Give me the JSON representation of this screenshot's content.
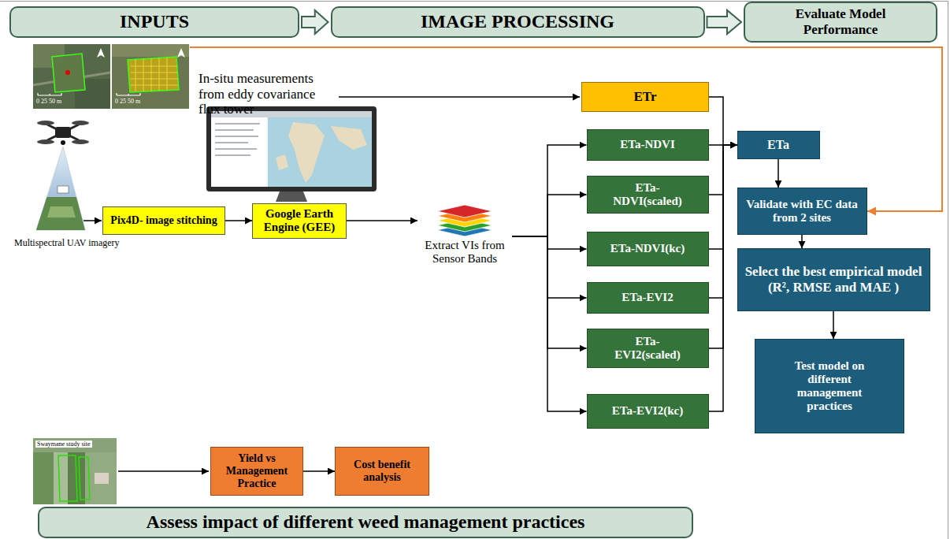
{
  "diagram": {
    "nodes": [
      {
        "text": [
          "INPUTS"
        ]
      },
      {
        "text": [
          "IMAGE PROCESSING"
        ]
      },
      {
        "text": [
          "Evaluate Model Performance"
        ]
      },
      {
        "text": [
          "Pix4D- image stitching"
        ]
      },
      {
        "text": [
          "Google Earth Engine (GEE)"
        ]
      },
      {
        "text": [
          "Extract VIs from Sensor Bands"
        ]
      },
      {
        "text": [
          "ETr"
        ]
      },
      {
        "text": [
          "ETa-NDVI"
        ]
      },
      {
        "text": [
          "ETa-NDVI(scaled)"
        ]
      },
      {
        "text": [
          "ETa-NDVI(kc)"
        ]
      },
      {
        "text": [
          "ETa-EVI2"
        ]
      },
      {
        "text": [
          "ETa-EVI2(scaled)"
        ]
      },
      {
        "text": [
          "ETa-EVI2(kc)"
        ]
      },
      {
        "text": [
          "ETa"
        ]
      },
      {
        "text": [
          "Validate with EC data from 2 sites"
        ]
      },
      {
        "text": [
          "Select the best empirical model (R², RMSE and MAE )"
        ]
      },
      {
        "text": [
          "Test model on different management practices"
        ]
      },
      {
        "text": [
          "Yield vs Management Practice"
        ]
      },
      {
        "text": [
          "Cost benefit analysis"
        ]
      },
      {
        "text": [
          "Assess impact of different weed management practices"
        ]
      }
    ],
    "edges": [
      {
        "from": 0,
        "to": 1,
        "arrow": "to"
      },
      {
        "from": 1,
        "to": 2,
        "arrow": "to"
      },
      {
        "from": 3,
        "to": 4,
        "arrow": "to"
      },
      {
        "from": 4,
        "to": 5,
        "arrow": "to"
      },
      {
        "from": 5,
        "to": 7,
        "arrow": "to"
      },
      {
        "from": 5,
        "to": 8,
        "arrow": "to"
      },
      {
        "from": 5,
        "to": 9,
        "arrow": "to"
      },
      {
        "from": 5,
        "to": 10,
        "arrow": "to"
      },
      {
        "from": 5,
        "to": 11,
        "arrow": "to"
      },
      {
        "from": 5,
        "to": 12,
        "arrow": "to"
      },
      {
        "from": 6,
        "to": 13,
        "arrow": "to"
      },
      {
        "from": 7,
        "to": 13,
        "arrow": "to"
      },
      {
        "from": 8,
        "to": 13,
        "arrow": "to"
      },
      {
        "from": 9,
        "to": 13,
        "arrow": "to"
      },
      {
        "from": 10,
        "to": 13,
        "arrow": "to"
      },
      {
        "from": 11,
        "to": 13,
        "arrow": "to"
      },
      {
        "from": 12,
        "to": 13,
        "arrow": "to"
      },
      {
        "from": 13,
        "to": 14,
        "arrow": "to"
      },
      {
        "from": 14,
        "to": 15,
        "arrow": "to"
      },
      {
        "from": 15,
        "to": 16,
        "arrow": "to"
      },
      {
        "from": 17,
        "to": 18,
        "arrow": "to"
      }
    ],
    "labels": [
      "In-situ measurements from eddy covariance flux tower",
      "0 25 50 m",
      "0 25 50 m",
      "Multispectral UAV imagery",
      "Swaymane study site"
    ]
  }
}
